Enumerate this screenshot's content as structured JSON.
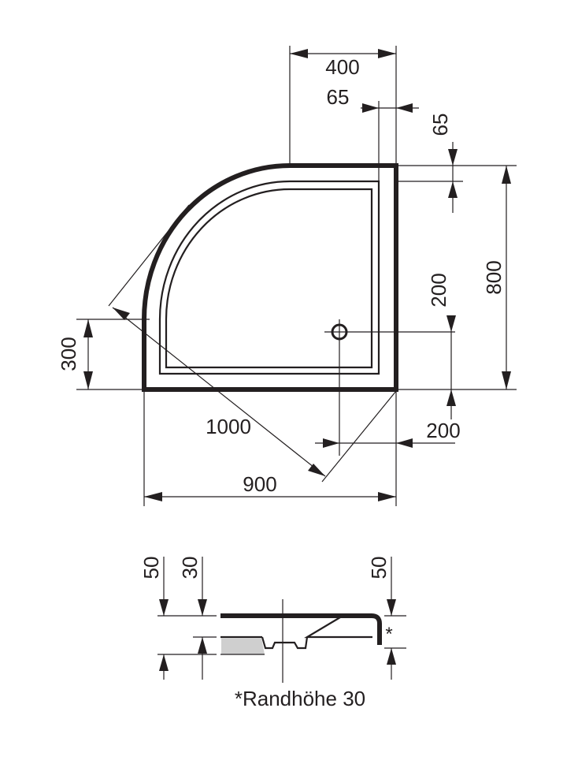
{
  "plan_view": {
    "dim_width_top": "400",
    "dim_rim_top": "65",
    "dim_rim_side": "65",
    "dim_drain_y": "200",
    "dim_depth": "800",
    "dim_curve_start": "300",
    "dim_diagonal": "1000",
    "dim_drain_x": "200",
    "dim_width": "900"
  },
  "section_view": {
    "dim_left_outer": "50",
    "dim_left_inner": "30",
    "dim_right": "50",
    "rim_marker": "*",
    "footnote": "*Randhöhe 30"
  }
}
